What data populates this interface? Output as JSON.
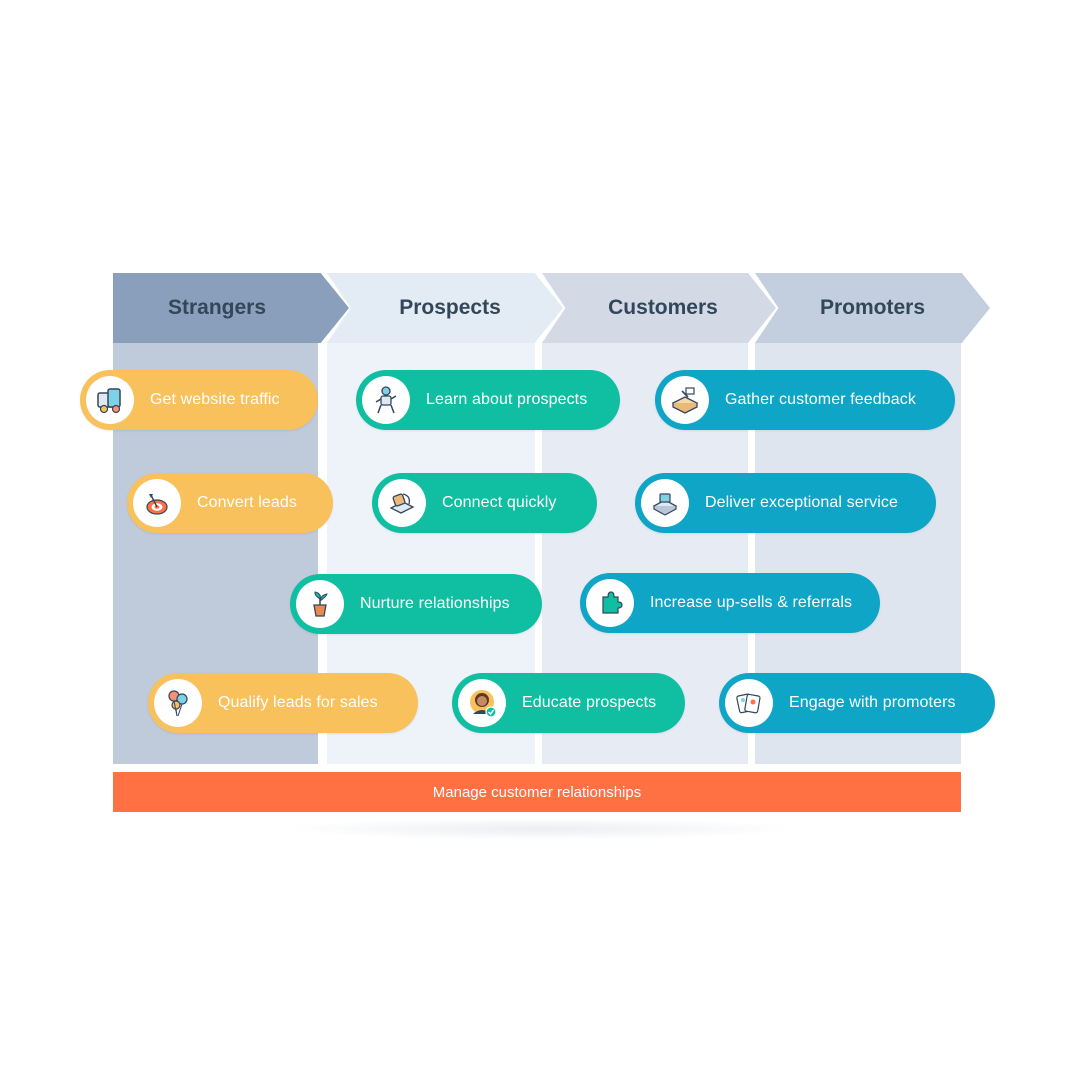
{
  "stages": [
    {
      "label": "Strangers"
    },
    {
      "label": "Prospects"
    },
    {
      "label": "Customers"
    },
    {
      "label": "Promoters"
    }
  ],
  "actions": {
    "get_website_traffic": {
      "label": "Get website traffic",
      "icon": "website-traffic-icon"
    },
    "convert_leads": {
      "label": "Convert leads",
      "icon": "target-icon"
    },
    "qualify_leads": {
      "label": "Qualify leads for sales",
      "icon": "balloons-icon"
    },
    "learn_about_prospects": {
      "label": "Learn about prospects",
      "icon": "robot-icon"
    },
    "connect_quickly": {
      "label": "Connect quickly",
      "icon": "phone-icon"
    },
    "nurture_relationships": {
      "label": "Nurture relationships",
      "icon": "plant-icon"
    },
    "educate_prospects": {
      "label": "Educate prospects",
      "icon": "person-avatar-icon"
    },
    "gather_feedback": {
      "label": "Gather customer feedback",
      "icon": "feedback-box-icon"
    },
    "deliver_service": {
      "label": "Deliver exceptional service",
      "icon": "service-desk-icon"
    },
    "increase_upsells": {
      "label": "Increase up-sells & referrals",
      "icon": "puzzle-piece-icon"
    },
    "engage_promoters": {
      "label": "Engage with promoters",
      "icon": "cards-icon"
    }
  },
  "bottom_bar": {
    "label": "Manage customer relationships"
  },
  "colors": {
    "strangers_pill": "#f8c15c",
    "prospects_pill": "#10bfa2",
    "customers_pill": "#0ea5c6",
    "manage_bar": "#ff7143",
    "stage_text": "#33475b"
  }
}
